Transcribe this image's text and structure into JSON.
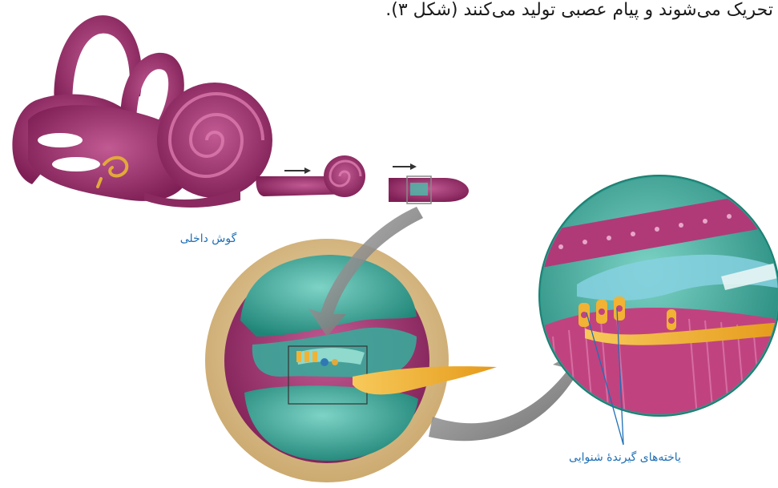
{
  "caption": "تحریک می‌شوند و پیام عصبی تولید می‌کنند (شکل ۳).",
  "labels": {
    "inner_ear": "گوش داخلی",
    "receptor_cells": "یاخته‌های گیرندهٔ شنوایی"
  },
  "colors": {
    "cochlea": "#9c2d6b",
    "cochlea_light": "#b84a86",
    "fluid": "#2fa596",
    "fluid_light": "#6fcbbf",
    "bone": "#d9be8c",
    "nerve": "#f2b233",
    "arrow": "#7d7d7d",
    "label": "#1f6fb5"
  }
}
